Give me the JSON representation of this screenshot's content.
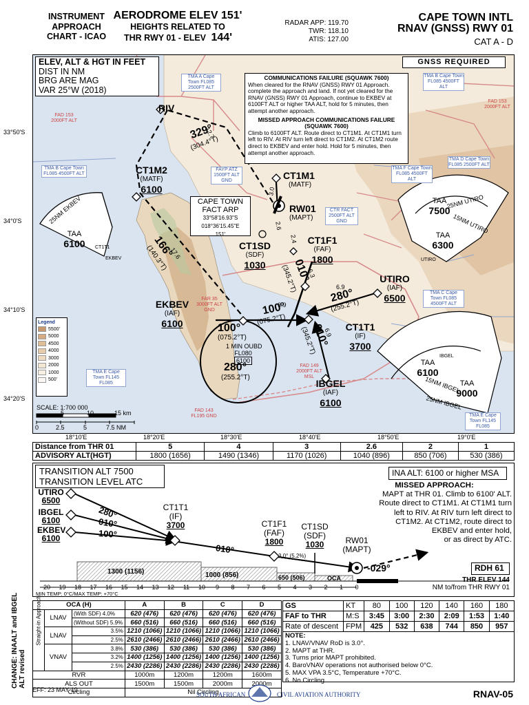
{
  "header": {
    "left_title": [
      "INSTRUMENT",
      "APPROACH",
      "CHART - ICAO"
    ],
    "aerodrome_elev": "AERODROME ELEV 151'",
    "heights_line1": "HEIGHTS RELATED TO",
    "heights_line2": "THR RWY 01 - ELEV",
    "heights_elev": "144'",
    "radar_app": "RADAR APP: 119.70",
    "twr": "TWR: 118.10",
    "atis": "ATIS: 127.00",
    "airport": "CAPE TOWN INTL",
    "procedure": "RNAV (GNSS) RWY 01",
    "category": "CAT A - D"
  },
  "plan": {
    "units_box": [
      "ELEV, ALT & HGT IN FEET",
      "DIST IN NM",
      "BRG ARE MAG",
      "VAR 25°W (2018)"
    ],
    "gnss_required": "GNSS REQUIRED",
    "comm_failure_title": "COMMUNICATIONS FAILURE (SQUAWK 7600)",
    "comm_failure_text": "When cleared for the RNAV (GNSS) RWY 01 Approach. complete the approach and land. If not yet cleared for the RNAV (GNSS) RWY 01 Approach, continue to EKBEV at 6100FT ALT or higher TAA ALT, hold for 5 minutes, then attempt another approach.",
    "missed_comm_title": "MISSED APPROACH COMMUNICATIONS FAILURE (SQUAWK 7600)",
    "missed_comm_text": "Climb to 6100FT ALT. Route direct to CT1M1. At CT1M1 turn left to RIV. At RIV turn left direct to CT1M2. At CT1M2 route direct to EKBEV and enter hold. Hold for 5 minutes, then attempt another approach.",
    "lat_labels": [
      "33°50'S",
      "34°0'S",
      "34°10'S",
      "34°20'S"
    ],
    "lon_labels": [
      "18°10'E",
      "18°20'E",
      "18°30'E",
      "18°40'E",
      "18°50'E",
      "19°0'E"
    ],
    "arp": {
      "name": "CAPE TOWN",
      "sub": "FACT ARP",
      "lat": "33°58'16.93\"S",
      "lon": "018°36'15.45\"E",
      "elev": "151'"
    },
    "waypoints": {
      "riv": "RIV",
      "ct1m2": {
        "name": "CT1M2",
        "role": "(MATF)",
        "alt": "6100"
      },
      "ct1m1": {
        "name": "CT1M1",
        "role": "(MATF)"
      },
      "rw01": {
        "name": "RW01",
        "role": "(MAPT)"
      },
      "ct1sd": {
        "name": "CT1SD",
        "role": "(SDF)",
        "alt": "1030"
      },
      "ct1f1": {
        "name": "CT1F1",
        "role": "(FAF)",
        "alt": "1800"
      },
      "ekbev": {
        "name": "EKBEV",
        "role": "(IAF)",
        "alt": "6100"
      },
      "utiro": {
        "name": "UTIRO",
        "role": "(IAF)",
        "alt": "6500"
      },
      "ct1t1": {
        "name": "CT1T1",
        "role": "(IF)",
        "alt": "3700"
      },
      "ibgel": {
        "name": "IBGEL",
        "role": "(IAF)",
        "alt": "6100"
      }
    },
    "courses": {
      "c329": "329°",
      "c329t": "(304.4°T)",
      "c166": "166°",
      "c166t": "(140.3°T)",
      "c010a": "010°",
      "c010at": "(345.2°T)",
      "c280a": "280°",
      "c280at": "(255.2°T)",
      "c100a": "100°",
      "c100at": "(075.2°T)",
      "c010b": "010°",
      "c010bt": "(345.2°T)",
      "c100h": "100°",
      "c100ht": "(075.2°T)",
      "c280h": "280°",
      "c280ht": "(255.2°T)",
      "hold_note": [
        "1 MIN OUBD",
        "FL080",
        "6100"
      ]
    },
    "dists": [
      "12.7",
      "17.6",
      "3.0",
      "2.6",
      "2.4",
      "6.3",
      "6.9",
      "6.9",
      "6.9"
    ],
    "taa": [
      {
        "label": "TAA",
        "alt": "6100"
      },
      {
        "label": "TAA",
        "alt": "7500"
      },
      {
        "label": "TAA",
        "alt": "6300"
      },
      {
        "label": "TAA",
        "alt": "6100"
      },
      {
        "label": "TAA",
        "alt": "9000"
      }
    ],
    "arc_labels": [
      "25NM EKBEV",
      "25NM UTIRO",
      "15NM UTIRO",
      "15NM IBGEL",
      "25NM IBGEL",
      "EKBEV",
      "CT1T1",
      "UTIRO",
      "IBGEL"
    ],
    "airspace": [
      "TMA A Cape Town FL085 2500FT ALT",
      "TMA B Cape Town FL085 4500FT ALT",
      "TMA B Cape Town FL085 4500FT ALT",
      "TMA F Cape Town FL085 4500FT ALT",
      "TMA D Cape Town FL085 2500FT ALT",
      "TMA C Cape Town FL085 4500FT ALT",
      "TMA E Cape Town FL145 FL085",
      "TMA E Cape Town FL145 FL085",
      "FAYP ATZ 1500FT ALT GND",
      "CTR FACT 2500FT ALT GND",
      "FAD 153 2000FT ALT",
      "FAD 153 2000FT ALT",
      "FAD 149 2000FT ALT MSL",
      "FAD 143 FL195 GND",
      "FAR 35 3000FT ALT GND"
    ],
    "legend": {
      "title": "Legend",
      "items": [
        "5500'",
        "5000",
        "4500",
        "4000",
        "3000",
        "2000",
        "1000",
        "500'"
      ],
      "colors": [
        "#c69970",
        "#d4ab83",
        "#dfbd97",
        "#e7ccab",
        "#eedac0",
        "#f3e6d3",
        "#f7efe3",
        "#fbf7f0"
      ]
    },
    "scale": {
      "label": "SCALE: 1:700 000",
      "km_ticks": [
        "0",
        "5",
        "10",
        "15 km"
      ],
      "nm_ticks": [
        "0",
        "2.5",
        "5",
        "7.5 NM"
      ]
    }
  },
  "dist_table": {
    "row1_label": "Distance from THR 01",
    "row2_label": "ADVISORY ALT(HGT)",
    "dist": [
      "5",
      "4",
      "3",
      "2.6",
      "2",
      "1"
    ],
    "alt": [
      "1800 (1656)",
      "1490 (1346)",
      "1170 (1026)",
      "1040 (896)",
      "850 (706)",
      "530 (386)"
    ]
  },
  "profile": {
    "transition_alt": "TRANSITION ALT  7500",
    "transition_level": "TRANSITION LEVEL  ATC",
    "ina_alt": "INA ALT: 6100 or higher MSA",
    "missed_title": "MISSED APPROACH:",
    "missed_text": [
      "MAPT at THR 01. Climb to 6100' ALT.",
      "Route direct to CT1M1. At CT1M1 turn",
      "left to RIV. At RIV turn left direct to",
      "CT1M2. At CT1M2, route direct to",
      "EKBEV and enter hold,",
      "or as direct by ATC."
    ],
    "iafs": [
      {
        "name": "UTIRO",
        "alt": "6500",
        "crs": "280°"
      },
      {
        "name": "IBGEL",
        "alt": "6100",
        "crs": "010°"
      },
      {
        "name": "EKBEV",
        "alt": "6100",
        "crs": "100°"
      }
    ],
    "ct1t1": {
      "name": "CT1T1",
      "role": "(IF)",
      "alt": "3700"
    },
    "ct1f1": {
      "name": "CT1F1",
      "role": "(FAF)",
      "alt": "1800"
    },
    "ct1sd": {
      "name": "CT1SD",
      "role": "(SDF)",
      "alt": "1030"
    },
    "rw01": {
      "name": "RW01",
      "role": "(MAPT)"
    },
    "crs_010": "010°",
    "crs_029": "-029°",
    "gp": "3.0° (5.2%)",
    "steps": [
      "1300 (1156)",
      "1000 (856)",
      "650 (506)",
      "OCA"
    ],
    "rdh": "RDH 61",
    "thr_elev": "THR ELEV 144",
    "nm_scale": [
      "20",
      "19",
      "18",
      "17",
      "16",
      "15",
      "14",
      "13",
      "12",
      "11",
      "10",
      "9",
      "8",
      "7",
      "6",
      "5",
      "4",
      "3",
      "2",
      "1",
      "0"
    ],
    "nm_label": "NM to/from THR RWY 01",
    "temp": "MIN TEMP: 0°C/MAX TEMP: +70°C"
  },
  "minima": {
    "side_label": "CHANGE: INAALT and IBGEL ALT revised",
    "approach_label": "Straight-in Approach",
    "header": [
      "OCA (H)",
      "A",
      "B",
      "C",
      "D"
    ],
    "rows": [
      {
        "type": "LNAV",
        "sub": "(With SDF)",
        "pct": "4.0%",
        "vals": [
          "620 (476)",
          "620 (476)",
          "620 (476)",
          "620 (476)"
        ]
      },
      {
        "type": "",
        "sub": "(Without SDF)",
        "pct": "5.9%",
        "vals": [
          "660 (516)",
          "660 (516)",
          "660 (516)",
          "660 (516)"
        ]
      },
      {
        "type": "",
        "sub": "",
        "pct": "3.5%",
        "vals": [
          "1210 (1066)",
          "1210 (1066)",
          "1210 (1066)",
          "1210 (1066)"
        ]
      },
      {
        "type": "LNAV",
        "sub": "",
        "pct": "2.5%",
        "vals": [
          "2610 (2466)",
          "2610 (2466)",
          "2610 (2466)",
          "2610 (2466)"
        ]
      },
      {
        "type": "",
        "sub": "",
        "pct": "3.8%",
        "vals": [
          "530 (386)",
          "530 (386)",
          "530 (386)",
          "530 (386)"
        ]
      },
      {
        "type": "VNAV",
        "sub": "",
        "pct": "3.2%",
        "vals": [
          "1400 (1256)",
          "1400 (1256)",
          "1400 (1256)",
          "1400 (1256)"
        ]
      },
      {
        "type": "",
        "sub": "",
        "pct": "2.5%",
        "vals": [
          "2430 (2286)",
          "2430 (2286)",
          "2430 (2286)",
          "2430 (2286)"
        ]
      }
    ],
    "rvr": {
      "label": "RVR",
      "vals": [
        "1000m",
        "1200m",
        "1200m",
        "1600m"
      ]
    },
    "als": {
      "label": "ALS OUT",
      "vals": [
        "1500m",
        "1500m",
        "2000m",
        "2000m"
      ]
    },
    "circling": {
      "label": "Circling",
      "val": "Nil Circling"
    }
  },
  "gs_table": {
    "gs": "GS",
    "kt": "KT",
    "speeds": [
      "80",
      "100",
      "120",
      "140",
      "160",
      "180"
    ],
    "faf_label": "FAF to THR",
    "ms": "M:S",
    "times": [
      "3:45",
      "3:00",
      "2:30",
      "2:09",
      "1:53",
      "1:40"
    ],
    "rod_label": "Rate of descent",
    "fpm": "FPM",
    "rates": [
      "425",
      "532",
      "638",
      "744",
      "850",
      "957"
    ]
  },
  "notes": {
    "title": "NOTE:",
    "items": [
      "1. LNAV/VNAV RoD is 3.0°.",
      "2. MAPT at THR.",
      "3. Turns prior MAPT prohibited.",
      "4. BaroVNAV operations not authorised below 0°C.",
      "5. MAX VPA 3.5°C, Temperature +70°C.",
      "6. No Circling."
    ]
  },
  "footer": {
    "eff": "EFF: 23 MAY 19",
    "authority_left": "SOUTH AFRICAN",
    "authority_right": "CIVIL AVIATION AUTHORITY",
    "chart_id": "RNAV-05"
  }
}
